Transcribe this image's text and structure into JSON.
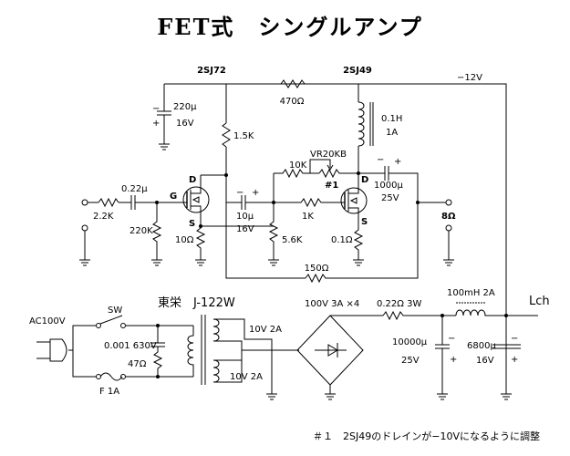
{
  "title": "FET式　シングルアンプ",
  "labels": {
    "q1_part": "2SJ72",
    "q2_part": "2SJ49",
    "supply_neg": "−12V",
    "c220": "220μ",
    "c220v": "16V",
    "r470": "470Ω",
    "r1k5": "1.5K",
    "choke_h": "0.1H",
    "choke_a": "1A",
    "r10k": "10K",
    "vr": "VR20KB",
    "c1000": "1000μ",
    "c1000v": "25V",
    "r1k": "1K",
    "mark1": "#1",
    "c022": "0.22μ",
    "r22k": "2.2K",
    "r220k": "220K",
    "r10": "10Ω",
    "c10": "10μ",
    "c10v": "16V",
    "r56k": "5.6K",
    "r01": "0.1Ω",
    "out8": "8Ω",
    "r150": "150Ω",
    "d": "D",
    "g": "G",
    "s": "S",
    "trans_maker": "東栄　J-122W",
    "sw": "SW",
    "ac": "AC100V",
    "c001": "0.001 630V",
    "r47": "47Ω",
    "fuse": "F  1A",
    "v10a": "10V 2A",
    "v10b": "10V 2A",
    "bridge": "100V 3A ×4",
    "r022": "0.22Ω 3W",
    "l100": "100mH 2A",
    "lch": "Lch",
    "c10000": "10000μ",
    "c10000v": "25V",
    "c6800": "6800μ",
    "c6800v": "16V",
    "plus": "+",
    "minus": "−",
    "footnote": "＃１　2SJ49のドレインが−10Vになるように調整"
  }
}
